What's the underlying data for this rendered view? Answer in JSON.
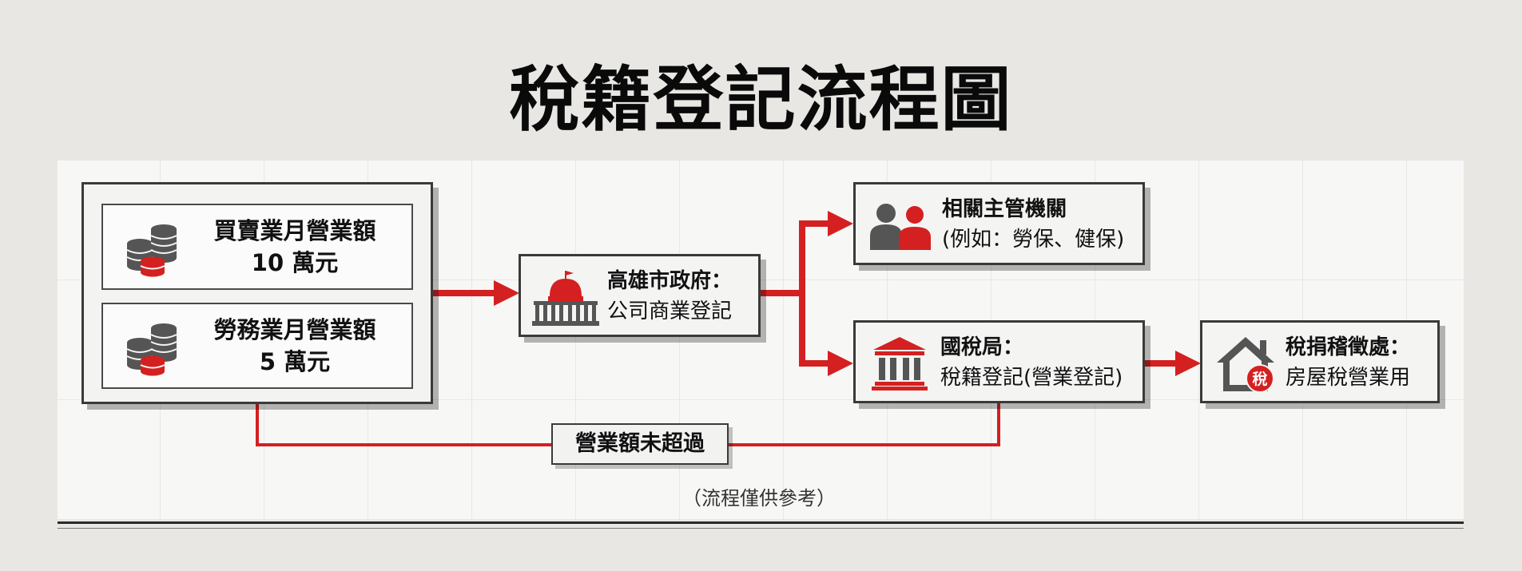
{
  "title": "稅籍登記流程圖",
  "colors": {
    "accent_red": "#d42020",
    "box_border": "#3a3a3a",
    "icon_gray": "#555555",
    "background": "#e8e7e4"
  },
  "revenue": {
    "trading": {
      "line1": "買賣業月營業額",
      "line2": "10 萬元",
      "icon": "coin-stack-icon"
    },
    "service": {
      "line1": "勞務業月營業額",
      "line2": "5 萬元",
      "icon": "coin-stack-icon"
    }
  },
  "city_gov": {
    "title": "高雄市政府：",
    "subtitle": "公司商業登記",
    "icon": "capitol-building-icon"
  },
  "agencies": {
    "title": "相關主管機關",
    "subtitle": "(例如：勞保、健保)",
    "icon": "people-icon"
  },
  "tax_bureau": {
    "title": "國稅局：",
    "subtitle": "稅籍登記(營業登記)",
    "icon": "bank-building-icon"
  },
  "house_tax": {
    "title": "稅捐稽徵處：",
    "subtitle": "房屋稅營業用",
    "icon": "house-tax-icon",
    "badge": "稅"
  },
  "threshold_label": "營業額未超過",
  "footnote": "（流程僅供參考）"
}
